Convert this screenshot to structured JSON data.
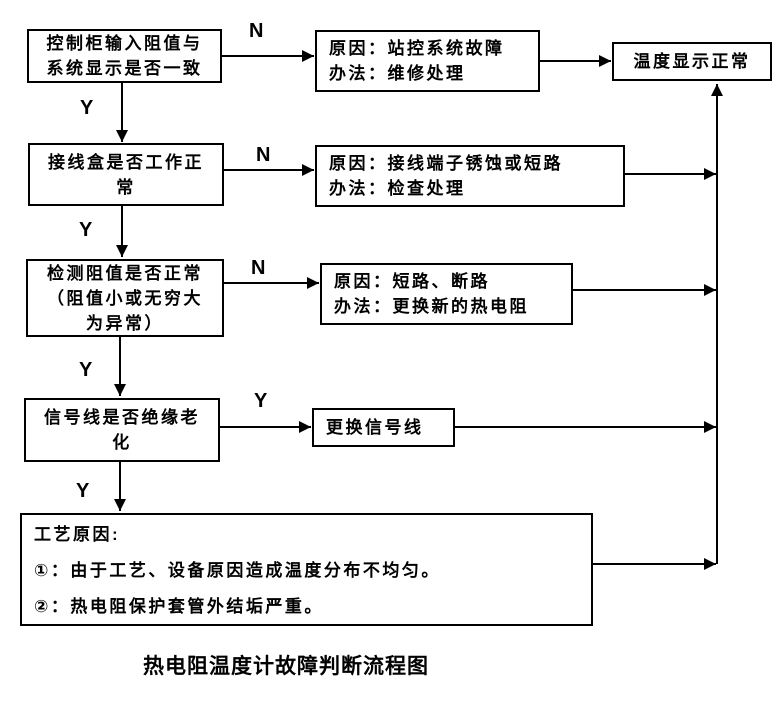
{
  "caption": "热电阻温度计故障判断流程图",
  "edge_labels": {
    "q1_no": "N",
    "q1_yes": "Y",
    "q2_no": "N",
    "q2_yes": "Y",
    "q3_no": "N",
    "q3_yes": "Y",
    "q4_yes_right": "Y",
    "q4_yes_down": "Y"
  },
  "boxes": {
    "q1": {
      "lines": [
        "控制柜输入阻值与",
        "系统显示是否一致"
      ]
    },
    "c1": {
      "lines": [
        "原因：站控系统故障",
        "办法：维修处理"
      ]
    },
    "result_ok": {
      "lines": [
        "温度显示正常"
      ]
    },
    "q2": {
      "lines": [
        "接线盒是否工作正",
        "常"
      ]
    },
    "c2": {
      "lines": [
        "原因：接线端子锈蚀或短路",
        "办法：检查处理"
      ]
    },
    "q3": {
      "lines": [
        "检测阻值是否正常",
        "（阻值小或无穷大",
        "为异常）"
      ]
    },
    "c3": {
      "lines": [
        "原因：短路、断路",
        "办法：更换新的热电阻"
      ]
    },
    "q4": {
      "lines": [
        "信号线是否绝缘老",
        "化"
      ]
    },
    "a4": {
      "lines": [
        "更换信号线"
      ]
    },
    "proc": {
      "lines": [
        "工艺原因:",
        "①：由于工艺、设备原因造成温度分布不均匀。",
        "②：热电阻保护套管外结垢严重。"
      ]
    }
  },
  "colors": {
    "stroke": "#000000",
    "background": "#ffffff",
    "text": "#000000"
  }
}
